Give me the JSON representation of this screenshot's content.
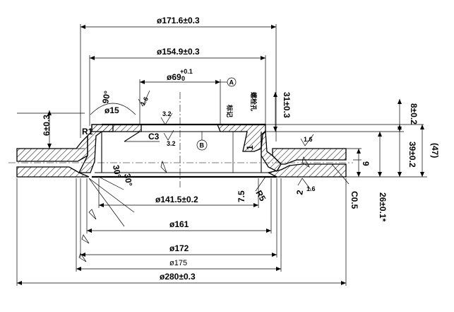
{
  "dimensions": {
    "d171": "ø171.6±0.3",
    "d154": "ø154.9±0.3",
    "d69": "ø69",
    "d69_tol_upper": "+0.1",
    "d69_tol_lower": "0",
    "d15": "ø15",
    "angle90": "90°",
    "r1": "R1",
    "c3": "C3",
    "thk6": "6±0.3",
    "thk8": "8±0.2",
    "h31": "31±0.3",
    "h39": "39±0.2",
    "h47": "(47)",
    "h26": "26±0.1*",
    "v9": "9",
    "v2": "2",
    "v1": "1",
    "c05": "C0.5",
    "ang30a": "30°",
    "ang30b": "30°",
    "d141": "ø141.5±0.2",
    "v75": "7.5",
    "r5": "R5",
    "d161": "ø161",
    "d172": "ø172",
    "d175": "ø175",
    "d280": "ø280±0.3"
  },
  "roughness": {
    "r16_left": "1.6",
    "r32_top": "3.2",
    "r32_c3": "3.2",
    "r16_right_top": "1.6",
    "r16_right_bottom": "1.6"
  },
  "datums": {
    "a": "A",
    "b": "B"
  },
  "notes": {
    "cn_hub": "螺栓孔",
    "cn_mark": "标记"
  }
}
